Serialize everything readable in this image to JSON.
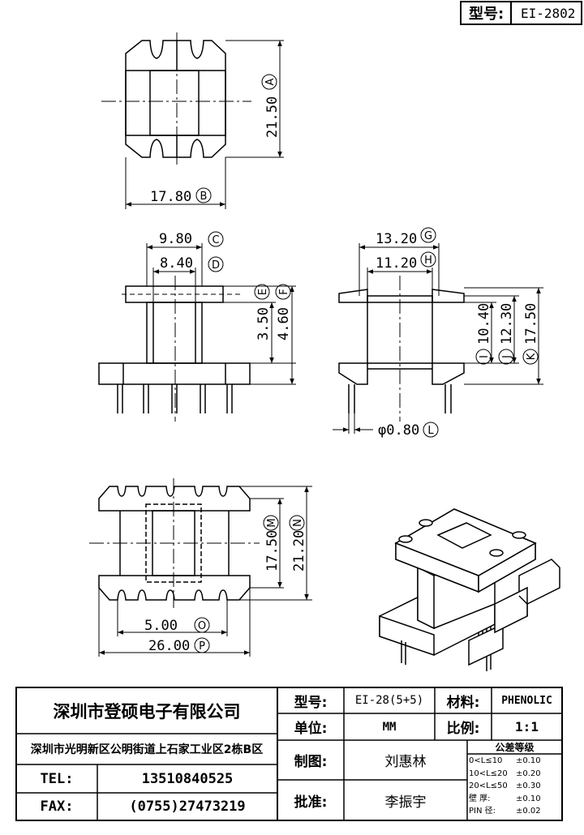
{
  "header": {
    "model_label": "型号:",
    "model_value": "EI-2802"
  },
  "dimensions": {
    "a": {
      "value": "21.50",
      "mark": "A"
    },
    "b": {
      "value": "17.80",
      "mark": "B"
    },
    "c": {
      "value": "9.80",
      "mark": "C"
    },
    "d": {
      "value": "8.40",
      "mark": "D"
    },
    "e": {
      "value": "3.50",
      "mark": "E"
    },
    "f": {
      "value": "4.60",
      "mark": "F"
    },
    "g": {
      "value": "13.20",
      "mark": "G"
    },
    "h": {
      "value": "11.20",
      "mark": "H"
    },
    "i": {
      "value": "10.40",
      "mark": "I"
    },
    "j": {
      "value": "12.30",
      "mark": "J"
    },
    "k": {
      "value": "17.50",
      "mark": "K"
    },
    "l": {
      "value": "φ0.80",
      "mark": "L"
    },
    "m": {
      "value": "17.50",
      "mark": "M"
    },
    "n": {
      "value": "21.20",
      "mark": "N"
    },
    "o": {
      "value": "5.00",
      "mark": "O"
    },
    "p": {
      "value": "26.00",
      "mark": "P"
    }
  },
  "title_block": {
    "company": "深圳市登硕电子有限公司",
    "address": "深圳市光明新区公明街道上石家工业区2栋B区",
    "tel_label": "TEL:",
    "tel": "13510840525",
    "fax_label": "FAX:",
    "fax": "(0755)27473219",
    "model_label": "型号:",
    "model": "EI-28(5+5)",
    "material_label": "材料:",
    "material": "PHENOLIC",
    "unit_label": "单位:",
    "unit": "MM",
    "scale_label": "比例:",
    "scale": "1:1",
    "drawn_label": "制图:",
    "drawn": "刘惠林",
    "approved_label": "批准:",
    "approved": "李振宇",
    "tolerance_title": "公差等级",
    "tolerances": [
      {
        "range": "0<L≤10",
        "value": "±0.10"
      },
      {
        "range": "10<L≤20",
        "value": "±0.20"
      },
      {
        "range": "20<L≤50",
        "value": "±0.30"
      },
      {
        "range": "壁 厚:",
        "value": "±0.10"
      },
      {
        "range": "PIN 径:",
        "value": "±0.02"
      }
    ]
  }
}
